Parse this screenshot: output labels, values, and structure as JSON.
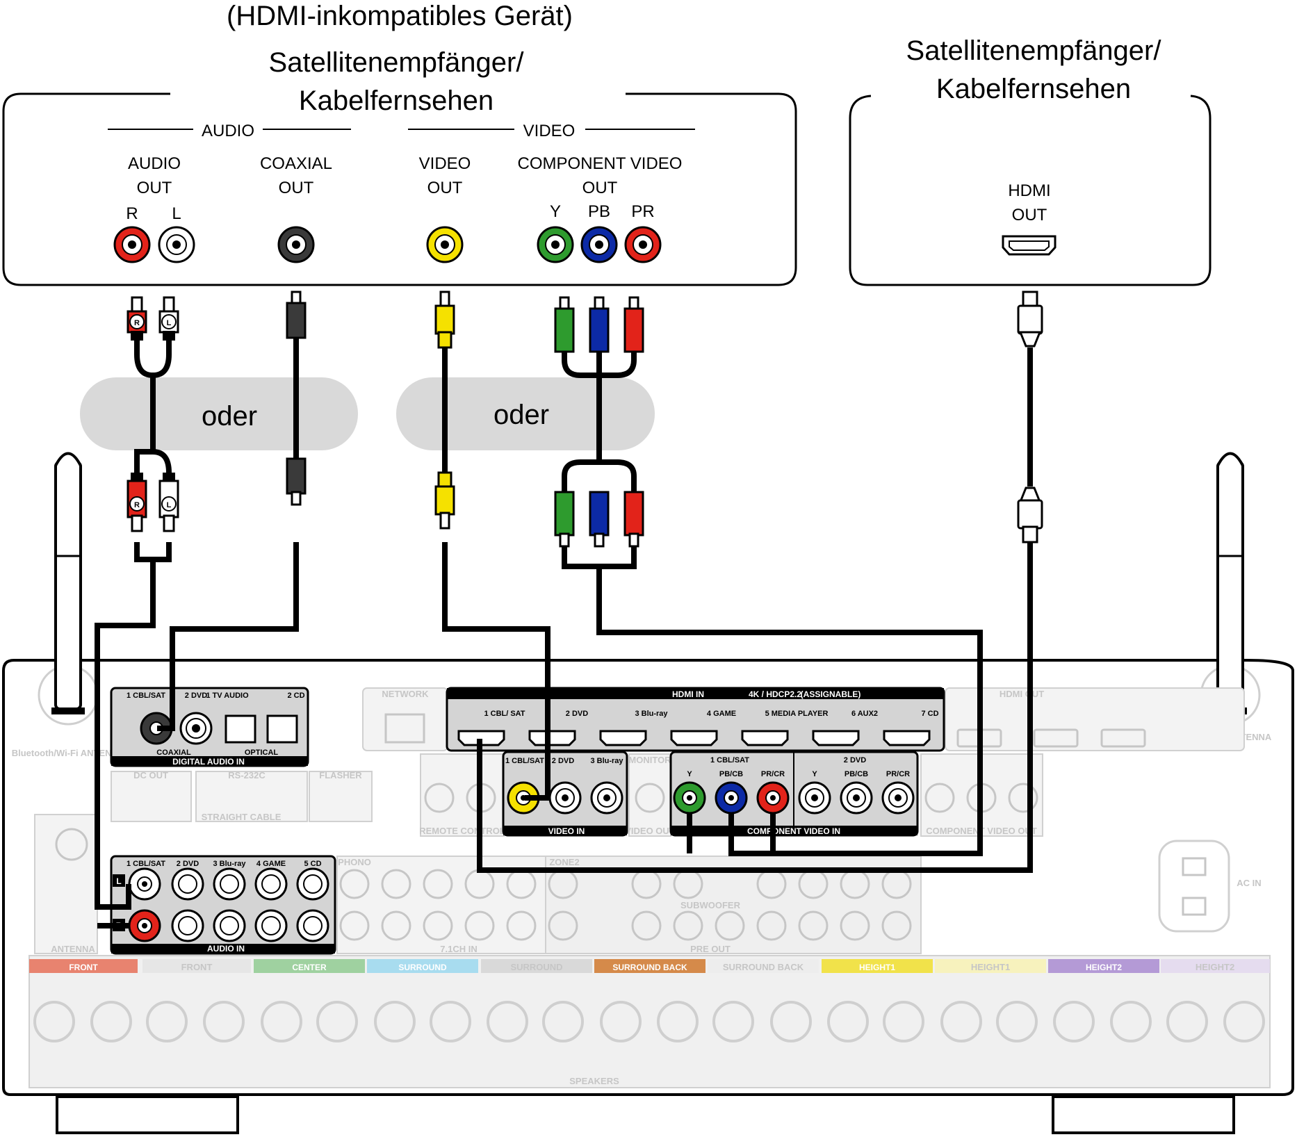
{
  "left_device": {
    "subtitle": "(HDMI-inkompatibles Gerät)",
    "title_line1": "Satellitenempfänger/",
    "title_line2": "Kabelfernsehen",
    "audio_group": "AUDIO",
    "video_group": "VIDEO",
    "audio_out": [
      "AUDIO",
      "OUT"
    ],
    "audio_r": "R",
    "audio_l": "L",
    "coaxial_out": [
      "COAXIAL",
      "OUT"
    ],
    "video_out": [
      "VIDEO",
      "OUT"
    ],
    "component_out": [
      "COMPONENT VIDEO",
      "OUT"
    ],
    "comp_y": "Y",
    "comp_pb": "PB",
    "comp_pr": "PR"
  },
  "right_device": {
    "title_line1": "Satellitenempfänger/",
    "title_line2": "Kabelfernsehen",
    "hdmi_out": [
      "HDMI",
      "OUT"
    ]
  },
  "or_label": "oder",
  "plug_labels": {
    "r": "R",
    "l": "L"
  },
  "receiver": {
    "hdmi_in_header": "HDMI IN",
    "hdmi_hdcp": "4K / HDCP2.2",
    "assignable": "(ASSIGNABLE)",
    "hdmi_inputs": [
      "1 CBL/ SAT",
      "2 DVD",
      "3 Blu-ray",
      "4 GAME",
      "5 MEDIA PLAYER",
      "6 AUX2",
      "7 CD"
    ],
    "hdmi_out": "HDMI OUT",
    "network": "NETWORK",
    "digital_audio_in": "DIGITAL AUDIO IN",
    "dig_labels": [
      "1 CBL/SAT",
      "2 DVD",
      "1 TV AUDIO",
      "2 CD"
    ],
    "coaxial": "COAXIAL",
    "optical": "OPTICAL",
    "video_in": "VIDEO IN",
    "video_in_labels": [
      "1 CBL/SAT",
      "2 DVD",
      "3 Blu-ray"
    ],
    "component_in": "COMPONENT VIDEO IN",
    "component_in_labels": [
      "1 CBL/SAT",
      "2 DVD"
    ],
    "comp_sub": [
      "Y",
      "PB/CB",
      "PR/CR"
    ],
    "audio_in": "AUDIO IN",
    "audio_in_labels": [
      "1 CBL/SAT",
      "2 DVD",
      "3 Blu-ray",
      "4 GAME",
      "5 CD"
    ],
    "monitor": "MONITOR",
    "video_out": "VIDEO OUT",
    "component_video_out": "COMPONENT VIDEO OUT",
    "dc_out": "DC OUT",
    "rs232c": "RS-232C",
    "flasher": "FLASHER",
    "straight_cable": "STRAIGHT CABLE",
    "remote_control": "REMOTE CONTROL",
    "antenna": "ANTENNA",
    "bt_wifi_antenna": "Bluetooth/Wi-Fi ANTENNA",
    "phono": "PHONO",
    "ch71_in": "7.1CH IN",
    "pre_out": "PRE OUT",
    "zone2": "ZONE2",
    "subwoofer": "SUBWOOFER",
    "ac_in": "AC IN",
    "speakers": "SPEAKERS",
    "speaker_labels": [
      "FRONT",
      "FRONT",
      "CENTER",
      "SURROUND",
      "SURROUND",
      "SURROUND BACK",
      "SURROUND BACK",
      "HEIGHT1",
      "HEIGHT1",
      "HEIGHT2",
      "HEIGHT2"
    ],
    "speaker_colors": [
      "#e8836f",
      "#e6e6e6",
      "#9fd1a0",
      "#a8dcef",
      "#d9d9d9",
      "#d58a4a",
      "#ededed",
      "#f1e24a",
      "#f7f2bd",
      "#b49ad6",
      "#e5dcef"
    ]
  },
  "colors": {
    "red": "#e2231a",
    "white": "#ffffff",
    "black_jack": "#3a3a3a",
    "yellow": "#f5e100",
    "green": "#2e9b2e",
    "blue": "#0c2aa6"
  }
}
